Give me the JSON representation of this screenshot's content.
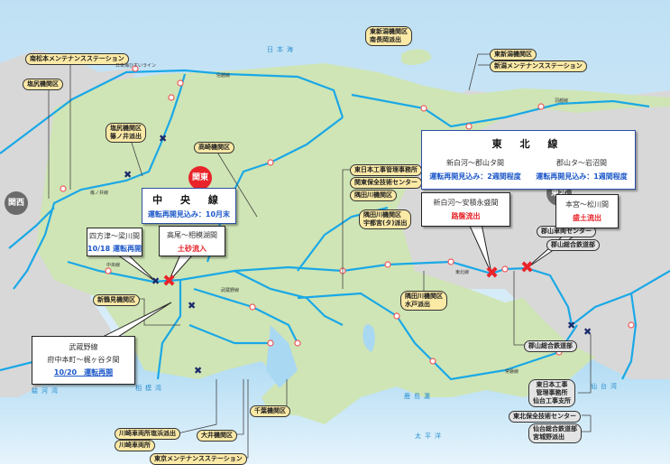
{
  "regions": {
    "kanto": "関東",
    "kansai": "関西",
    "tohoku": "東北"
  },
  "seas": {
    "sea_of_japan": "日本海",
    "pacific": "太平洋",
    "kashimanada": "鹿島灘",
    "sendai_bay": "仙台湾",
    "sagami_bay": "相模湾",
    "suruga_bay": "駿河湾"
  },
  "facilities": {
    "minami_matsumoto": "南松本メンテナンスステーション",
    "shiojiri": "塩尻機関区",
    "shiojiri_shinonoi_1": "塩尻機関区",
    "shiojiri_shinonoi_2": "篠ノ井派出",
    "takasaki": "高崎機関区",
    "higashi_niigata_nagaoka_1": "東新潟機関区",
    "higashi_niigata_nagaoka_2": "南長岡派出",
    "higashi_niigata": "東新潟機関区",
    "niigata_ms": "新潟メンテナンスステーション",
    "koji_kanri": "東日本工事管理事務所",
    "kanto_hozen": "関東保全技術センター",
    "sumidagawa": "隅田川機関区",
    "sumidagawa_utsunomiya_1": "隅田川機関区",
    "sumidagawa_utsunomiya_2": "宇都宮(タ)派出",
    "sumidagawa_mito_1": "隅田川機関区",
    "sumidagawa_mito_2": "水戸派出",
    "shin_tsurumi": "新鶴見機関区",
    "kawasaki_shiohama": "川崎車両所塩浜派出",
    "kawasaki": "川崎車両所",
    "oi": "大井機関区",
    "tokyo_ms": "東京メンテナンスステーション",
    "chiba": "千葉機関区",
    "koriyama_sharyo": "郡山車両センター",
    "koriyama_sogo_top": "郡山総合鉄道部",
    "koriyama_sogo": "郡山総合鉄道部",
    "sendai_koji_1": "東日本工事",
    "sendai_koji_2": "管理事務所",
    "sendai_koji_3": "仙台工事支所",
    "tohoku_hozen": "東北保全技術センター",
    "sendai_miyagino_1": "仙台総合鉄道部",
    "sendai_miyagino_2": "宮城野派出"
  },
  "callouts": {
    "chuo": {
      "title": "中 央 線",
      "status": "運転再開見込み：10月末"
    },
    "shiotsu": {
      "section": "四方津～梁川間",
      "status": "10/18 運転再開"
    },
    "takao": {
      "section": "高尾～相模湖間",
      "damage": "土砂流入"
    },
    "musashino": {
      "line": "武蔵野線",
      "section": "府中本町～梶ヶ谷タ間",
      "status": "10/20　運転再開"
    },
    "tohoku": {
      "title": "東 北 線",
      "section1": "新白河～郡山タ間",
      "status1": "運転再開見込み：2週間程度",
      "section2": "郡山タ～岩沼間",
      "status2": "運転再開見込み：1週間程度"
    },
    "shirakawa": {
      "section": "新白河～安積永盛間",
      "damage": "路盤流出"
    },
    "motomiya": {
      "section": "本宮～松川間",
      "damage": "盛土流出"
    }
  },
  "line_labels": {
    "nihonkai_hisui": "日本海ひすいライン",
    "shinonoi": "篠ノ井線",
    "chuo": "中央線",
    "tohoku": "東北線",
    "joban": "常磐線",
    "musashino": "武蔵野線",
    "uetsu": "信越線",
    "ban_etsu": "羽越線"
  },
  "colors": {
    "rail": "#1aa8e6",
    "land": "#cfe5b5",
    "other_land": "#d8d8d8",
    "sea": "#a9d8f2",
    "damage": "#e8242a",
    "suspend": "#1b2a6b",
    "accent_blue": "#1a56c8"
  }
}
